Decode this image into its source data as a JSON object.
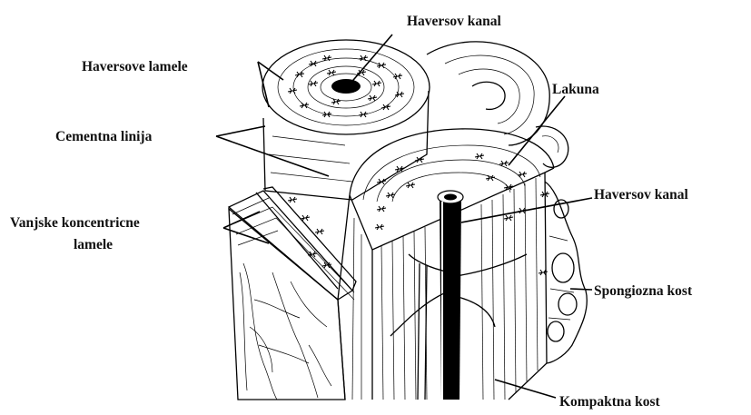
{
  "labels": {
    "haversov_kanal_top": "Haversov kanal",
    "haversove_lamele": "Haversove lamele",
    "lakuna": "Lakuna",
    "cementna_linija": "Cementna linija",
    "haversov_kanal_right": "Haversov kanal",
    "vanjske_line1": "Vanjske koncentricne",
    "vanjske_line2": "lamele",
    "spongiozna_kost": "Spongiozna kost",
    "kompaktna_kost": "Kompaktna kost"
  }
}
